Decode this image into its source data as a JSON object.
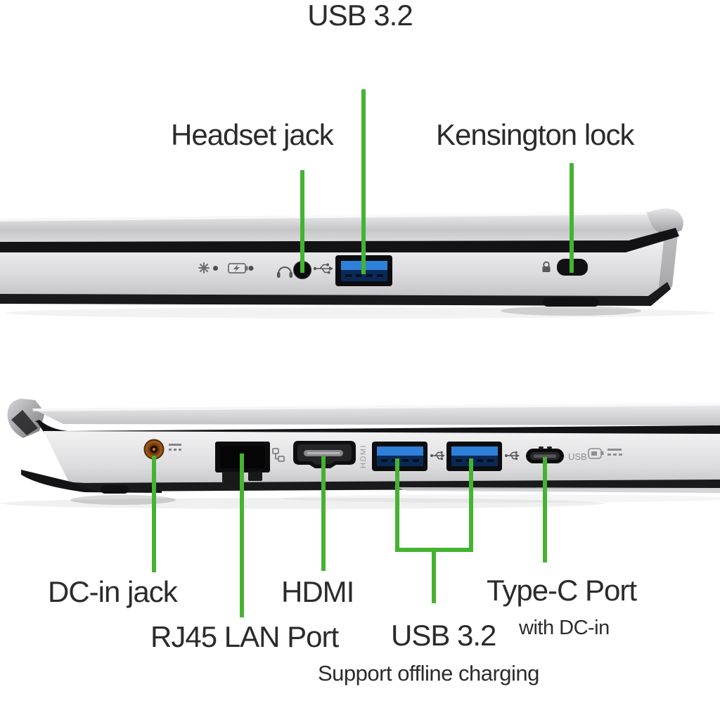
{
  "colors": {
    "background": "#ffffff",
    "leader_green": "#45b331",
    "label_text": "#2b2b2b",
    "usb_port_blue": "#2f80d8"
  },
  "top_view": {
    "usb_label": "USB 3.2",
    "headset_label": "Headset jack",
    "kensington_label": "Kensington lock"
  },
  "bottom_view": {
    "dc_in_label": "DC-in jack",
    "rj45_label": "RJ45 LAN Port",
    "hdmi_label": "HDMI",
    "usb_label": "USB 3.2",
    "usb_note": "Support offline charging",
    "type_c_label": "Type-C Port",
    "type_c_note": "with DC-in",
    "port_markings": {
      "hdmi_embossed": "HDMI",
      "usb_logo": "USB"
    }
  }
}
